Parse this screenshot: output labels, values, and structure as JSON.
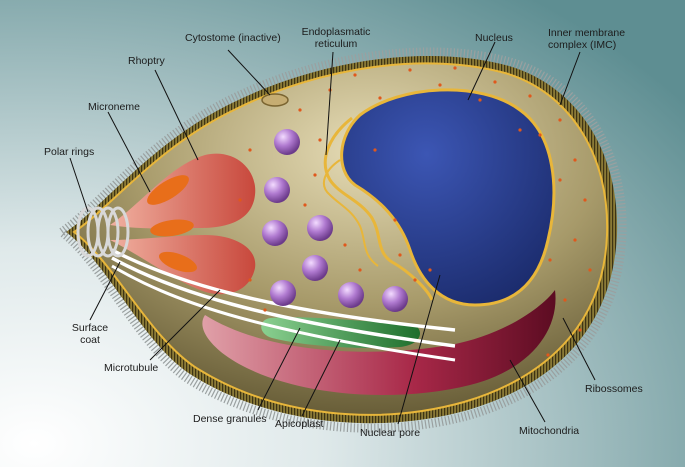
{
  "diagram": {
    "labels": {
      "polar_rings": "Polar rings",
      "microneme": "Microneme",
      "rhoptry": "Rhoptry",
      "cytostome": "Cytostome (inactive)",
      "endoplasmatic_reticulum": "Endoplasmatic\nreticulum",
      "nucleus": "Nucleus",
      "imc": "Inner membrane\ncomplex (IMC)",
      "surface_coat": "Surface\ncoat",
      "microtubule": "Microtubule",
      "dense_granules": "Dense granules",
      "apicoplast": "Apicoplast",
      "nuclear_pore": "Nuclear pore",
      "mitochondria": "Mitochondria",
      "ribosomes": "Ribossomes"
    },
    "colors": {
      "background_gradient_from": "#ffffff",
      "background_gradient_to": "#5e8e92",
      "cytoplasm": "#a79a6a",
      "membrane": "#e8b63a",
      "nucleus": "#233a8c",
      "mitochondria": "#8c1838",
      "apicoplast": "#2e8a3a",
      "dense_granule": "#a86fc0",
      "rhoptry": "#e07a6e",
      "microneme": "#e86e1a",
      "ribosome": "#e0581c",
      "microtubule": "#ffffff"
    }
  }
}
